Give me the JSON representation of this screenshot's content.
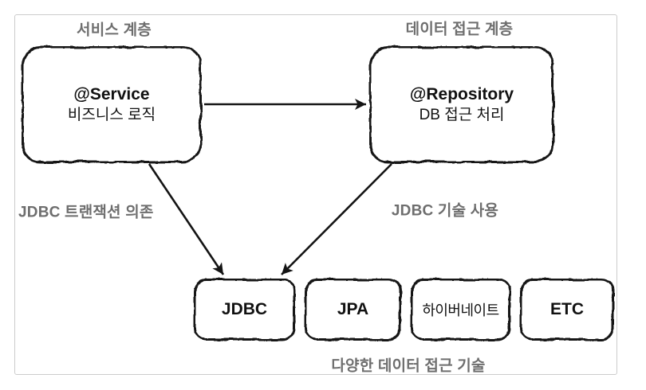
{
  "diagram": {
    "labels": {
      "service_layer": "서비스 계층",
      "data_access_layer": "데이터 접근 계층",
      "jdbc_tx_dependency": "JDBC 트랜잭션 의존",
      "jdbc_tech_usage": "JDBC 기술 사용",
      "various_tech": "다양한 데이터 접근 기술"
    },
    "nodes": {
      "service": {
        "title": "@Service",
        "subtitle": "비즈니스 로직"
      },
      "repository": {
        "title": "@Repository",
        "subtitle": "DB 접근 처리"
      },
      "tech": [
        {
          "label": "JDBC"
        },
        {
          "label": "JPA"
        },
        {
          "label": "하이버네이트"
        },
        {
          "label": "ETC"
        }
      ]
    },
    "edges": [
      {
        "from": "service",
        "to": "repository"
      },
      {
        "from": "service",
        "to": "jdbc"
      },
      {
        "from": "repository",
        "to": "jdbc"
      }
    ],
    "colors": {
      "line": "#141414",
      "label_gray": "#6e6e6e",
      "frame": "#cccccc",
      "background": "#ffffff"
    }
  }
}
